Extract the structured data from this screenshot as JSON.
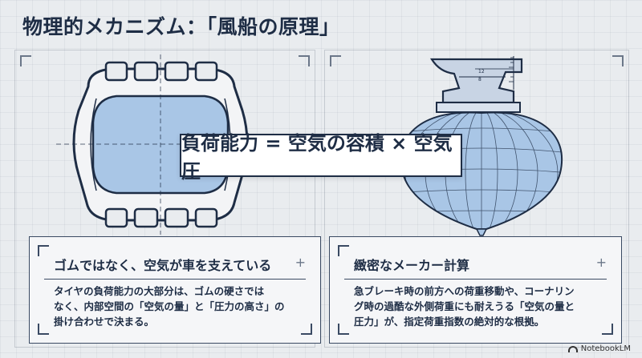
{
  "title": "物理的メカニズム：「風船の原理」",
  "formula": "負荷能力 = 空気の容積 × 空気圧",
  "cards": {
    "left": {
      "title": "ゴムではなく、空気が車を支えている",
      "lines": [
        "タイヤの負荷能力の大部分は、ゴムの硬さでは",
        "なく、内部空間の「空気の量」と「圧力の高さ」の",
        "掛け合わせで決まる。"
      ]
    },
    "right": {
      "title": "緻密なメーカー計算",
      "lines": [
        "急ブレーキ時の前方への荷重移動や、コーナリン",
        "グ時の過酷な外側荷重にも耐えうる「空気の量と",
        "圧力」が、指定荷重指数の絶対的な根拠。"
      ]
    }
  },
  "ruler_marks": [
    "12",
    "8"
  ],
  "logo": "NotebookLM",
  "colors": {
    "ink": "#1e2d45",
    "air": "#a9c6e6",
    "background": "#e9ecef"
  }
}
